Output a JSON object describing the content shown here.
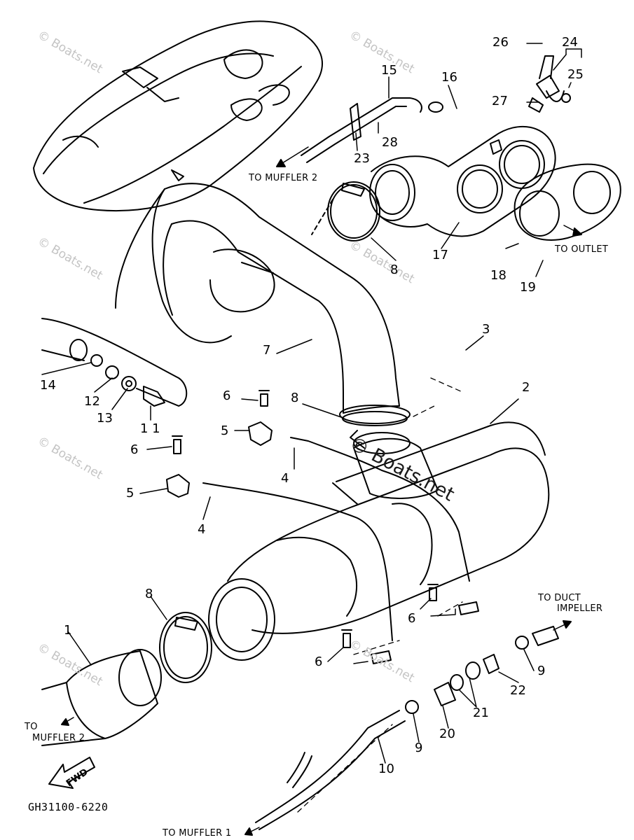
{
  "diagram_code": "GH31100-6220",
  "watermark": "© Boats.net",
  "fwd_label": "FWD",
  "callouts": {
    "c1": "1",
    "c2": "2",
    "c3": "3",
    "c4a": "4",
    "c4b": "4",
    "c5a": "5",
    "c5b": "5",
    "c6a": "6",
    "c6b": "6",
    "c6c": "6",
    "c6d": "6",
    "c7": "7",
    "c8a": "8",
    "c8b": "8",
    "c8c": "8",
    "c9a": "9",
    "c9b": "9",
    "c10": "10",
    "c11": "1 1",
    "c12": "12",
    "c13": "13",
    "c14": "14",
    "c15": "15",
    "c16": "16",
    "c17": "17",
    "c18": "18",
    "c19": "19",
    "c20": "20",
    "c21": "21",
    "c22": "22",
    "c23": "23",
    "c24": "24",
    "c25": "25",
    "c26": "26",
    "c27": "27",
    "c28": "28"
  },
  "notes": {
    "to_muffler2_top": "TO MUFFLER 2",
    "to_outlet": "TO OUTLET",
    "to_duct_line1": "TO DUCT",
    "to_duct_line2": "IMPELLER",
    "to_muffler2_bottom_line1": "TO",
    "to_muffler2_bottom_line2": "MUFFLER 2",
    "to_muffler1": "TO MUFFLER 1"
  }
}
